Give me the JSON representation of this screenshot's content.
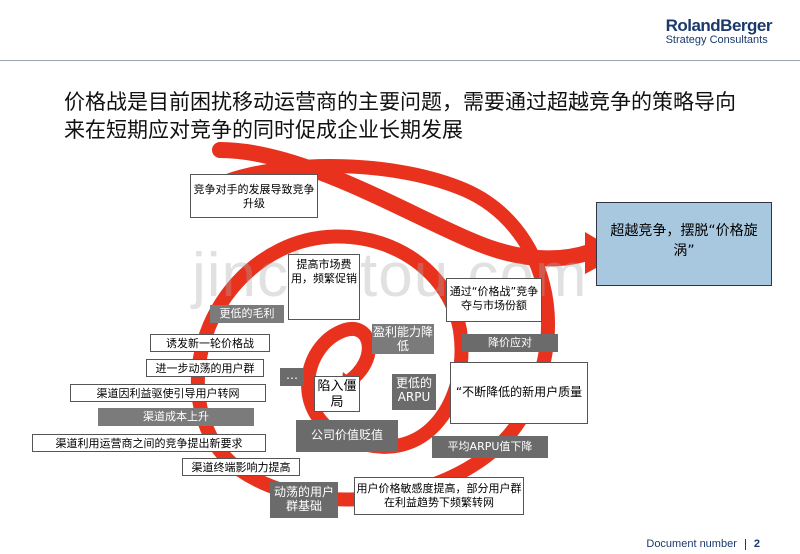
{
  "header": {
    "logo_main": "RolandBerger",
    "logo_sub": "Strategy Consultants",
    "title": "价格战是目前困扰移动运营商的主要问题，需要通过超越竞争的策略导向来在短期应对竞争的同时促成企业长期发展"
  },
  "watermark": "jinchutou.com",
  "diagram": {
    "target": "超越竞争，摆脱“价格旋涡”",
    "labels": {
      "competitor_upgrade": "竞争对手的发展导致竞争升级",
      "raise_cost": "提高市场费用，频繁促销",
      "lower_margin": "更低的毛利",
      "price_war": "诱发新一轮价格战",
      "volatile_users": "进一步动荡的用户群",
      "channel_guide": "渠道因利益驱使引导用户转网",
      "channel_cost": "渠道成本上升",
      "channel_demand": "渠道利用运营商之间的竞争提出新要求",
      "channel_influence": "渠道终端影响力提高",
      "user_base": "动荡的用户群基础",
      "price_sensitive": "用户价格敏感度提高，部分用户群在利益趋势下频繁转网",
      "arpu_down": "平均ARPU值下降",
      "value_down": "公司价值贬值",
      "trap": "陷入僵局",
      "lower_arpu": "更低的ARPU",
      "profit_down": "盈利能力降低",
      "ellipsis": "…",
      "price_war_share": "通过“价格战”竞争夺与市场份额",
      "price_response": "降价应对",
      "new_user_quality": "“不断降低的新用户质量"
    }
  },
  "footer": {
    "doc_label": "Document number",
    "page": "2"
  },
  "colors": {
    "spiral": "#e8321e",
    "grey_box": "#7b7b7b",
    "target_box": "#a8c8e0",
    "brand": "#1b3a6b"
  }
}
